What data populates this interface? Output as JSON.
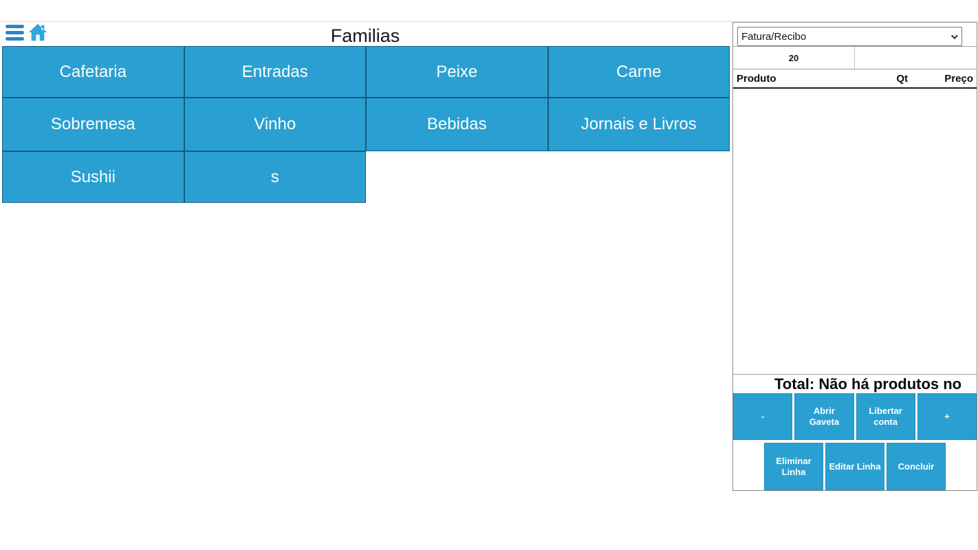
{
  "topbar": {
    "icons": {
      "menu": "hamburger-menu-icon",
      "home": "home-icon"
    }
  },
  "families": {
    "title": "Familias",
    "buttons": [
      "Cafetaria",
      "Entradas",
      "Peixe",
      "Carne",
      "Sobremesa",
      "Vinho",
      "Bebidas",
      "Jornais e Livros",
      "Sushii",
      "s"
    ]
  },
  "order_panel": {
    "document_type_selected": "Fatura/Recibo",
    "dropdown_icon": "chevron-down-icon",
    "quantity": "20",
    "table": {
      "headers": [
        "Produto",
        "Qt",
        "Preço"
      ],
      "rows": []
    },
    "total_text": "Total: Não há produtos no",
    "actions_row1": [
      "-",
      "Abrir Gaveta",
      "Libertar conta",
      "+"
    ],
    "actions_row2": [
      "Eliminar Linha",
      "Editar Linha",
      "Concluir"
    ]
  },
  "colors": {
    "accent": "#2aa0d2",
    "grid_border": "#155a7d",
    "menu_icon_blue": "#2b86c8",
    "home_icon_blue": "#31a6df",
    "panel_border": "#8a8a8a"
  }
}
